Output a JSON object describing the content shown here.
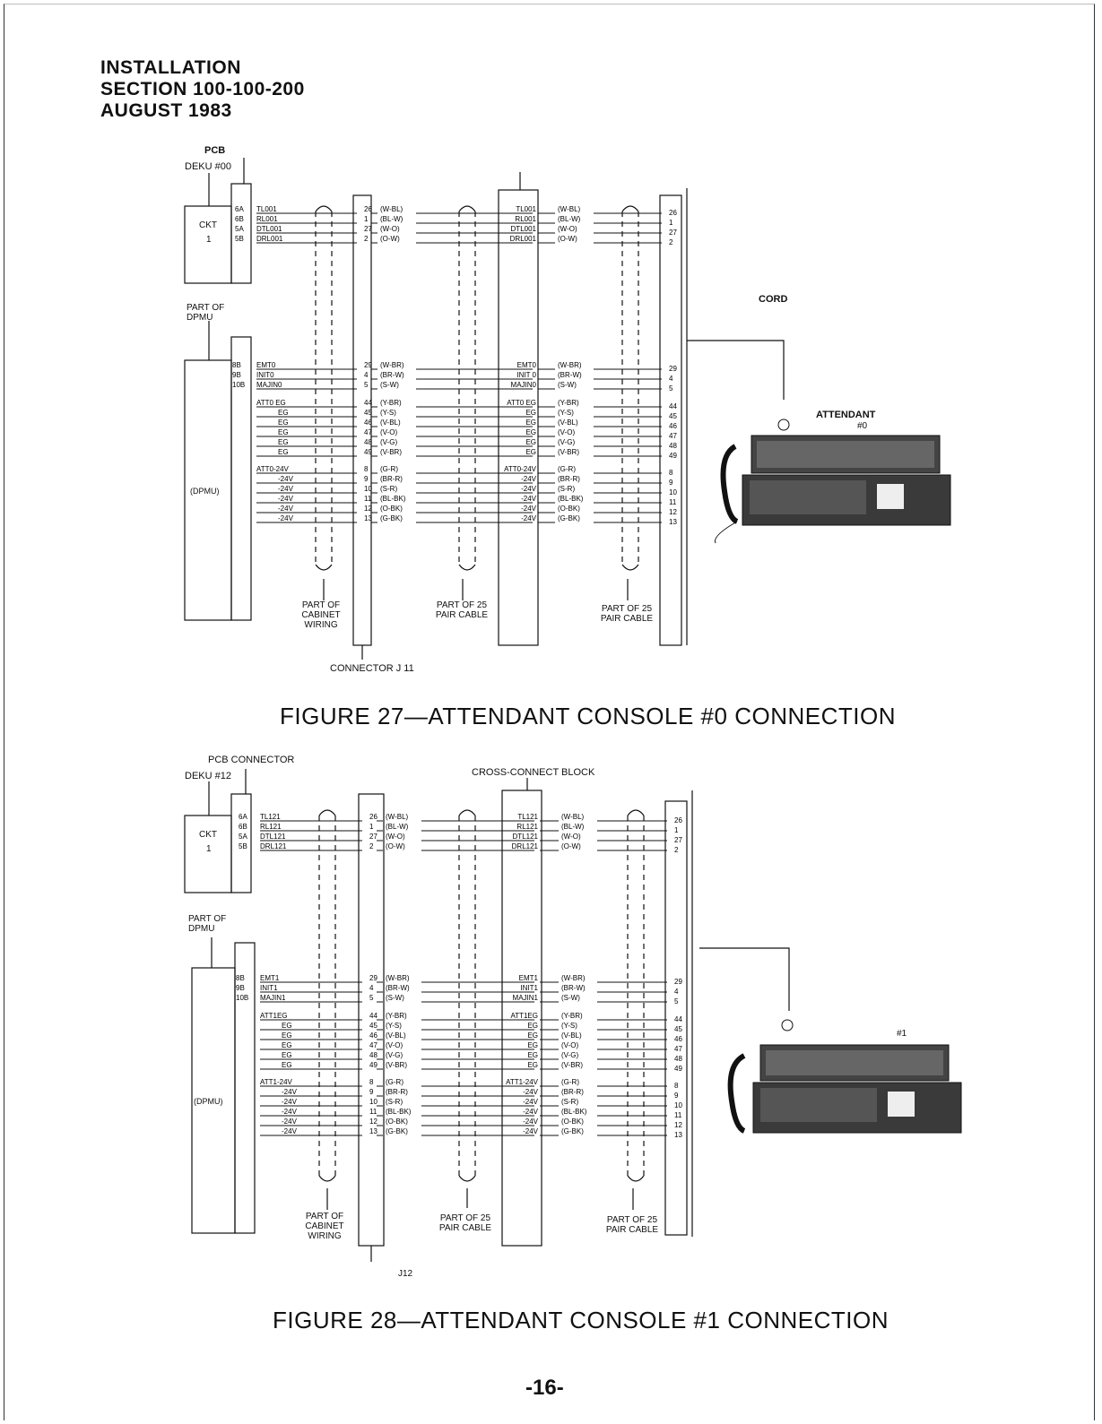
{
  "header": {
    "line1": "INSTALLATION",
    "line2": "SECTION 100-100-200",
    "line3": "AUGUST 1983"
  },
  "page_number": "-16-",
  "figure27": {
    "caption": "FIGURE 27—ATTENDANT CONSOLE #0 CONNECTION",
    "pcb_label": "PCB",
    "deku_label": "DEKU #00",
    "ckt_label": "CKT",
    "ckt_number": "1",
    "part_of_dpmu": "PART OF DPMU",
    "dpmu_label": "(DPMU)",
    "top_pins": [
      "6A",
      "6B",
      "5A",
      "5B"
    ],
    "top_leads": [
      "TL001",
      "RL001",
      "DTL001",
      "DRL001"
    ],
    "lower_pins": [
      "8B",
      "9B",
      "10B"
    ],
    "lower_leads": [
      "EMT0",
      "INIT0",
      "MAJIN0",
      "ATT0 EG",
      "EG",
      "EG",
      "EG",
      "EG",
      "EG",
      "ATT0-24V",
      "-24V",
      "-24V",
      "-24V",
      "-24V",
      "-24V"
    ],
    "xc_leads": [
      "TL001",
      "RL001",
      "DTL001",
      "DRL001",
      "EMT0",
      "INIT 0",
      "MAJIN0",
      "ATT0 EG",
      "EG",
      "EG",
      "EG",
      "EG",
      "EG",
      "ATT0-24V",
      "-24V",
      "-24V",
      "-24V",
      "-24V",
      "-24V"
    ],
    "connector_pins": [
      "26",
      "1",
      "27",
      "2",
      "29",
      "4",
      "5",
      "44",
      "45",
      "46",
      "47",
      "48",
      "49",
      "8",
      "9",
      "10",
      "11",
      "12",
      "13"
    ],
    "colors": [
      "(W-BL)",
      "(BL-W)",
      "(W-O)",
      "(O-W)",
      "(W-BR)",
      "(BR-W)",
      "(S-W)",
      "(Y-BR)",
      "(Y-S)",
      "(V-BL)",
      "(V-O)",
      "(V-G)",
      "(V-BR)",
      "(G-R)",
      "(BR-R)",
      "(S-R)",
      "(BL-BK)",
      "(O-BK)",
      "(G-BK)"
    ],
    "part_cabinet_wiring": "PART OF CABINET WIRING",
    "part_25_pair": "PART OF 25 PAIR CABLE",
    "connector_label": "CONNECTOR J 11",
    "cord_label": "CORD",
    "attendant_label": "ATTENDANT",
    "attendant_number": "#0"
  },
  "figure28": {
    "caption": "FIGURE 28—ATTENDANT CONSOLE #1 CONNECTION",
    "pcb_connector_label": "PCB CONNECTOR",
    "deku_label": "DEKU #12",
    "cross_connect_label": "CROSS-CONNECT BLOCK",
    "ckt_label": "CKT",
    "ckt_number": "1",
    "part_of_dpmu": "PART OF DPMU",
    "dpmu_label": "(DPMU)",
    "top_pins": [
      "6A",
      "6B",
      "5A",
      "5B"
    ],
    "top_leads": [
      "TL121",
      "RL121",
      "DTL121",
      "DRL121"
    ],
    "lower_pins": [
      "8B",
      "9B",
      "10B"
    ],
    "lower_leads": [
      "EMT1",
      "INIT1",
      "MAJIN1",
      "ATT1EG",
      "EG",
      "EG",
      "EG",
      "EG",
      "EG",
      "ATT1-24V",
      "-24V",
      "-24V",
      "-24V",
      "-24V",
      "-24V"
    ],
    "xc_leads": [
      "TL121",
      "RL121",
      "DTL121",
      "DRL121",
      "EMT1",
      "INIT1",
      "MAJIN1",
      "ATT1EG",
      "EG",
      "EG",
      "EG",
      "EG",
      "EG",
      "ATT1-24V",
      "-24V",
      "-24V",
      "-24V",
      "-24V",
      "-24V"
    ],
    "connector_pins": [
      "26",
      "1",
      "27",
      "2",
      "29",
      "4",
      "5",
      "44",
      "45",
      "46",
      "47",
      "48",
      "49",
      "8",
      "9",
      "10",
      "11",
      "12",
      "13"
    ],
    "colors": [
      "(W-BL)",
      "(BL-W)",
      "(W-O)",
      "(O-W)",
      "(W-BR)",
      "(BR-W)",
      "(S-W)",
      "(Y-BR)",
      "(Y-S)",
      "(V-BL)",
      "(V-O)",
      "(V-G)",
      "(V-BR)",
      "(G-R)",
      "(BR-R)",
      "(S-R)",
      "(BL-BK)",
      "(O-BK)",
      "(G-BK)"
    ],
    "part_cabinet_wiring": "PART OF CABINET WIRING",
    "part_25_pair": "PART OF 25 PAIR CABLE",
    "connector_label": "J12",
    "attendant_number": "#1"
  }
}
